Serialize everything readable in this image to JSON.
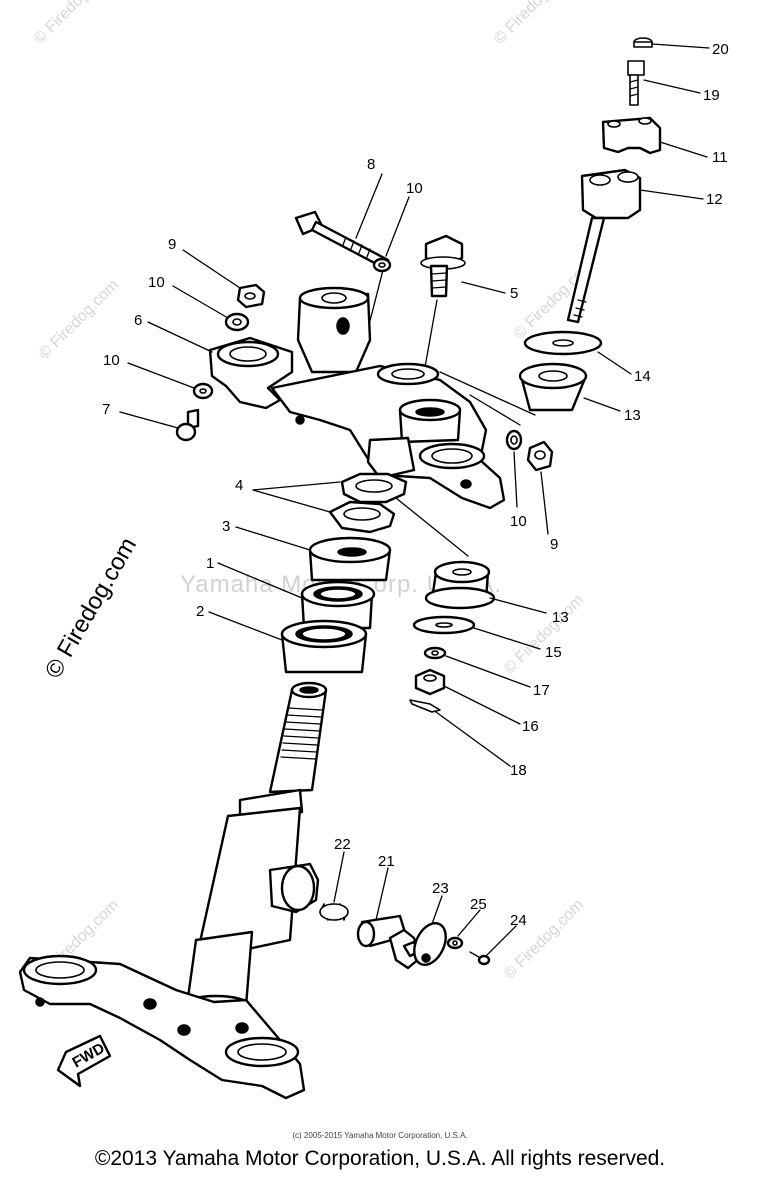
{
  "watermark": {
    "site": "© Firedog.com",
    "center": "Yamaha Motor Corp. U.S.A."
  },
  "callouts": [
    "1",
    "2",
    "3",
    "4",
    "5",
    "6",
    "7",
    "8",
    "9",
    "9",
    "10",
    "10",
    "10",
    "10",
    "11",
    "12",
    "13",
    "13",
    "14",
    "15",
    "16",
    "17",
    "18",
    "19",
    "20",
    "21",
    "22",
    "23",
    "24",
    "25"
  ],
  "fwd_label": "FWD",
  "credit_small": "(c) 2005-2015 Yamaha Motor Corporation, U.S.A.",
  "copyright": "©2013 Yamaha Motor Corporation, U.S.A. All rights reserved."
}
